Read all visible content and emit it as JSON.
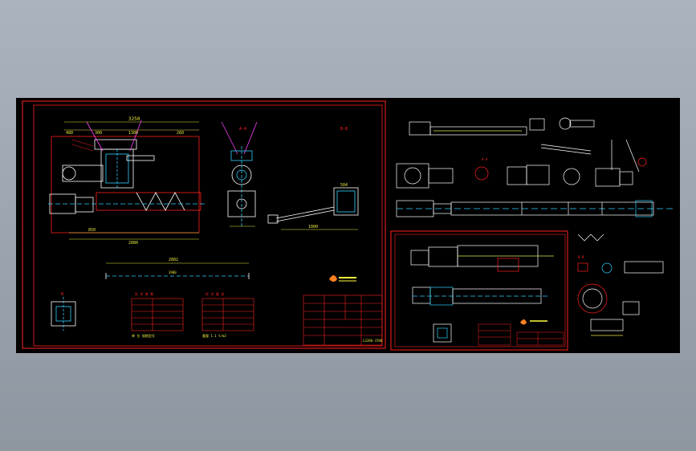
{
  "colors": {
    "background": "#000000",
    "frame": "#ff2020",
    "linework": "#ffffff",
    "dimension": "#e8e840",
    "centerline": "#30d0ff",
    "accent": "#ff40ff",
    "green": "#20ff20",
    "window_bg": "#9aa3ae"
  },
  "sheet1": {
    "top_dim": "3250",
    "dims_top": [
      "480",
      "300",
      "1300",
      "260"
    ],
    "dim_bottom_1": "850",
    "dim_bottom_2": "2880",
    "section_label_a": "A-A",
    "section_label_b": "B-B",
    "side_dim_1": "504",
    "side_dim_2": "1000",
    "layout_dim": "2882",
    "layout_sub": "3900",
    "detail_label": "B",
    "table_left_title": "技 术 参 数",
    "table_right_title": "技 术 要 求",
    "note_left": "单 位 规格型号",
    "note_right": "重量 1.1 t/m3",
    "title_block_code": "LS200-3700"
  },
  "sheet2": {
    "label_1": "A-A",
    "label_2": "B-B"
  }
}
